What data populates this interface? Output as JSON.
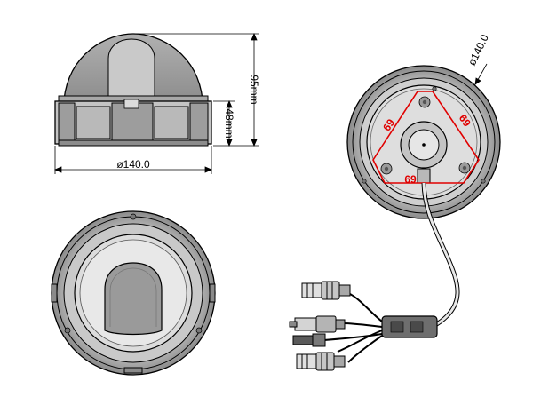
{
  "dimensions": {
    "diameter_side": "ø140.0",
    "diameter_rear": "ø140.0",
    "total_height": "95mm",
    "base_height": "48mm",
    "hole_spacing_left": "69",
    "hole_spacing_right": "69",
    "hole_spacing_bottom": "69"
  },
  "colors": {
    "outline": "#000000",
    "dome_fill": "#9a9a9a",
    "light_gray": "#d0d0d0",
    "mid_gray": "#b5b5b5",
    "dark_gray": "#6e6e6e",
    "triangle_red": "#e00000"
  }
}
